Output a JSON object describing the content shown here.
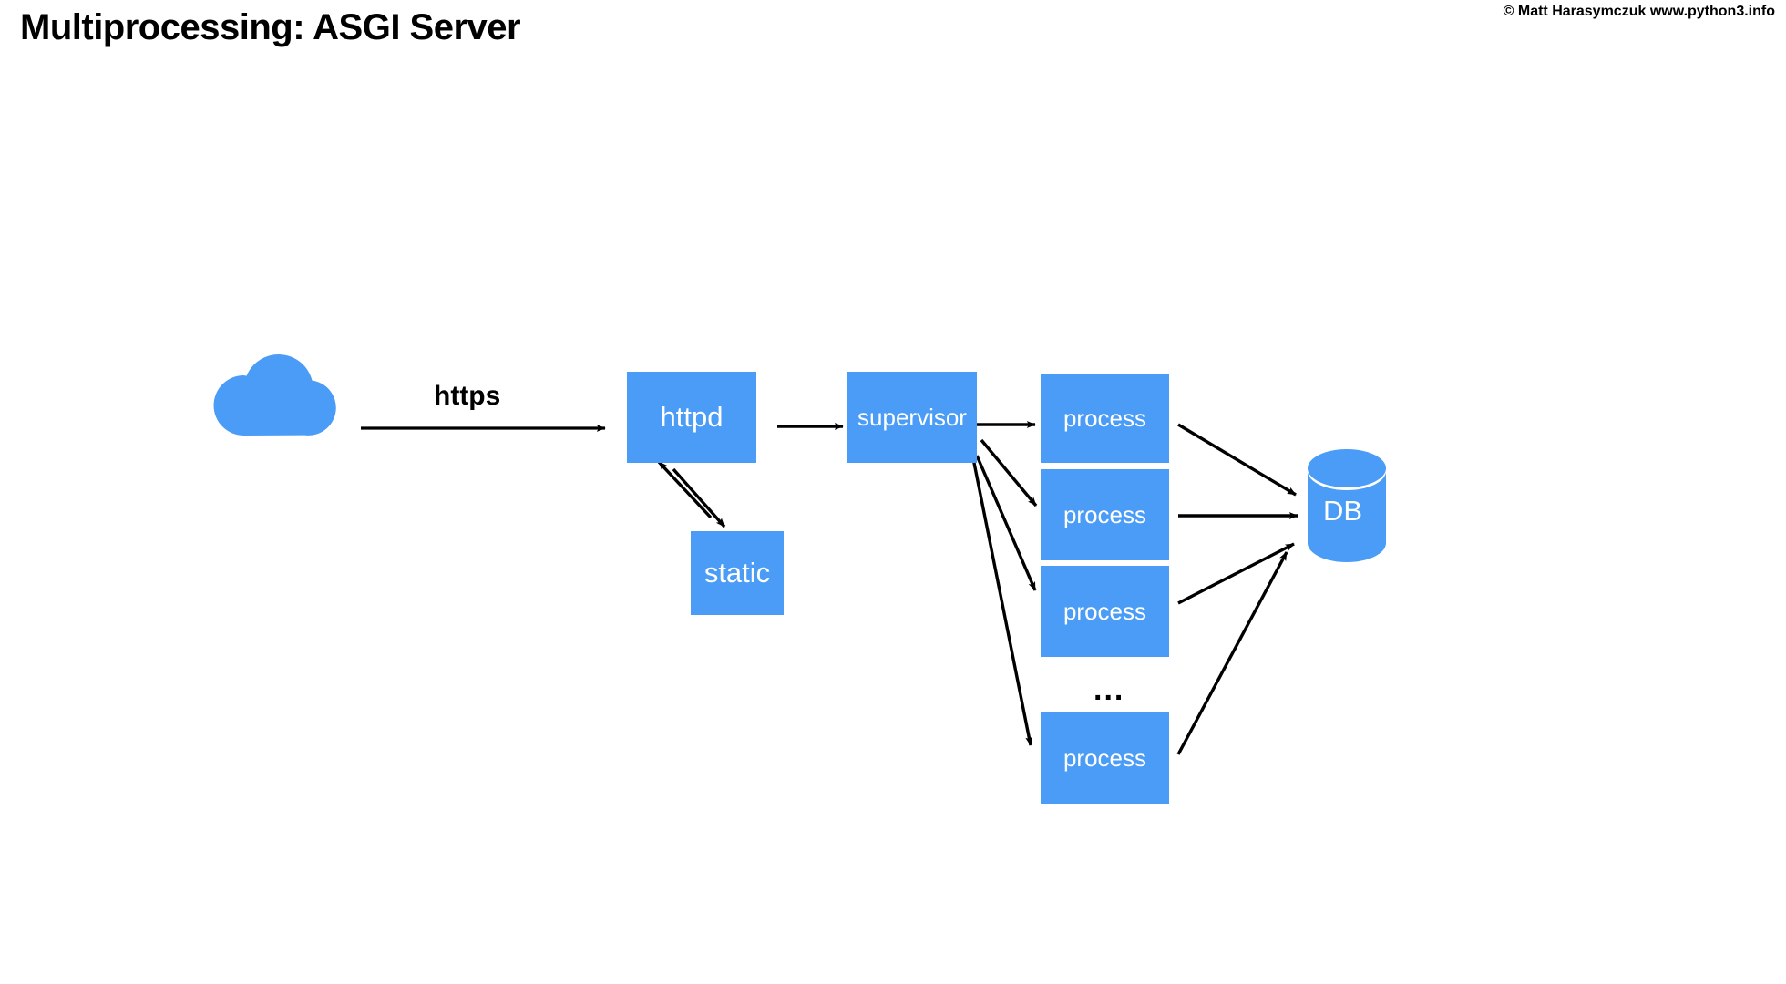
{
  "slide": {
    "title": "Multiprocessing: ASGI Server",
    "copyright": "© Matt Harasymczuk www.python3.info",
    "background_color": "#ffffff",
    "accent_color": "#4a9cf6",
    "line_color": "#000000"
  },
  "diagram": {
    "type": "flow-architecture",
    "nodes": {
      "cloud": {
        "label": "",
        "shape": "cloud",
        "icon": "cloud-icon"
      },
      "httpd": {
        "label": "httpd",
        "shape": "rect"
      },
      "static": {
        "label": "static",
        "shape": "rect"
      },
      "supervisor": {
        "label": "supervisor",
        "shape": "rect"
      },
      "process_1": {
        "label": "process",
        "shape": "rect"
      },
      "process_2": {
        "label": "process",
        "shape": "rect"
      },
      "process_3": {
        "label": "process",
        "shape": "rect"
      },
      "process_n": {
        "label": "process",
        "shape": "rect"
      },
      "database": {
        "label": "DB",
        "shape": "cylinder"
      }
    },
    "ellipsis": "...",
    "edges": [
      {
        "from": "cloud",
        "to": "httpd",
        "label": "https",
        "direction": "one-way"
      },
      {
        "from": "httpd",
        "to": "supervisor",
        "label": "",
        "direction": "one-way"
      },
      {
        "from": "httpd",
        "to": "static",
        "label": "",
        "direction": "one-way"
      },
      {
        "from": "static",
        "to": "httpd",
        "label": "",
        "direction": "one-way"
      },
      {
        "from": "supervisor",
        "to": "process_1",
        "label": "",
        "direction": "one-way"
      },
      {
        "from": "supervisor",
        "to": "process_2",
        "label": "",
        "direction": "one-way"
      },
      {
        "from": "supervisor",
        "to": "process_3",
        "label": "",
        "direction": "one-way"
      },
      {
        "from": "supervisor",
        "to": "process_n",
        "label": "",
        "direction": "one-way"
      },
      {
        "from": "process_1",
        "to": "database",
        "label": "",
        "direction": "one-way"
      },
      {
        "from": "process_2",
        "to": "database",
        "label": "",
        "direction": "one-way"
      },
      {
        "from": "process_3",
        "to": "database",
        "label": "",
        "direction": "one-way"
      },
      {
        "from": "process_n",
        "to": "database",
        "label": "",
        "direction": "one-way"
      }
    ]
  }
}
